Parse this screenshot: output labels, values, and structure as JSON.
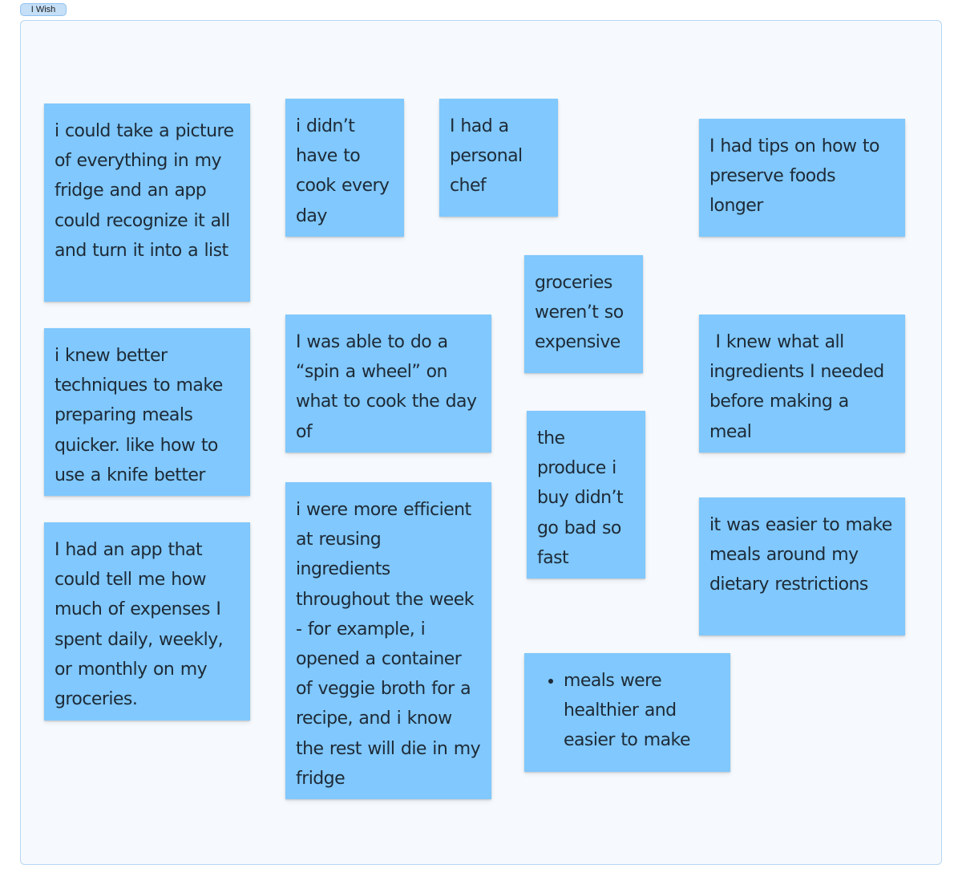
{
  "section": {
    "label": "I Wish"
  },
  "notes": [
    {
      "id": "take-picture-fridge",
      "text": "i could take a picture of everything in my fridge and an app could recognize it all and turn it into a list"
    },
    {
      "id": "no-cook-every-day",
      "text": "i didn’t have to cook every day"
    },
    {
      "id": "personal-chef",
      "text": "I had a personal chef"
    },
    {
      "id": "preserve-foods",
      "text": "I had tips on how to preserve foods longer"
    },
    {
      "id": "groceries-expensive",
      "text": "groceries weren’t so expensive"
    },
    {
      "id": "knife-techniques",
      "text": "i knew better techniques to make preparing meals quicker. like how to use a knife better"
    },
    {
      "id": "spin-a-wheel",
      "text": "I was able to do a “spin a wheel” on what to cook the day of"
    },
    {
      "id": "ingredients-needed",
      "text": " I knew what all ingredients I needed before making a meal"
    },
    {
      "id": "produce-bad",
      "text": "the produce i buy didn’t go bad so fast"
    },
    {
      "id": "expenses-app",
      "text": "I had an app that could tell me how much of expenses I spent daily, weekly, or monthly on my groceries."
    },
    {
      "id": "reusing-ingredients",
      "text": "i were more efficient at reusing ingredients throughout the week - for example, i opened a container of veggie broth for a recipe, and i know the rest will die in my fridge"
    },
    {
      "id": "dietary-restrictions",
      "text": "it was easier to make meals around my dietary restrictions"
    },
    {
      "id": "healthier-meals",
      "bullet": "meals were healthier and easier to make"
    }
  ],
  "colors": {
    "sticky": "#80c8fd",
    "frame_background": "#f6fafe",
    "frame_border": "#b6d6f2",
    "tag_background": "#c5dff7"
  }
}
